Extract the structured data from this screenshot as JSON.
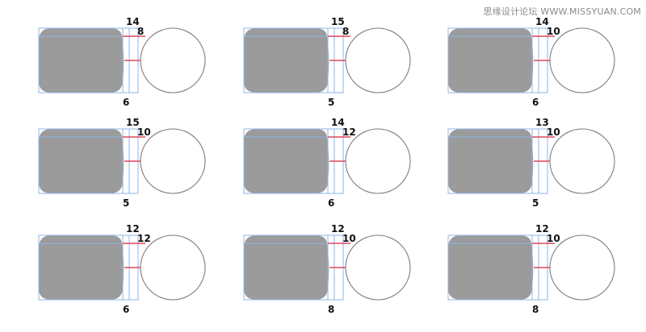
{
  "watermark": "思缘设计论坛 WWW.MISSYUAN.COM",
  "colors": {
    "shape_fill": "#9b9b9b",
    "guide_line": "#8eb4e6",
    "measure_line": "#e0475a",
    "circle_stroke": "#7d7d7d",
    "label": "#111111"
  },
  "variants": [
    {
      "top_gap": "14",
      "right_gap": "8",
      "bottom_gap": "6"
    },
    {
      "top_gap": "15",
      "right_gap": "8",
      "bottom_gap": "5"
    },
    {
      "top_gap": "14",
      "right_gap": "10",
      "bottom_gap": "6"
    },
    {
      "top_gap": "15",
      "right_gap": "10",
      "bottom_gap": "5"
    },
    {
      "top_gap": "14",
      "right_gap": "12",
      "bottom_gap": "6"
    },
    {
      "top_gap": "13",
      "right_gap": "10",
      "bottom_gap": "5"
    },
    {
      "top_gap": "12",
      "right_gap": "12",
      "bottom_gap": "6"
    },
    {
      "top_gap": "12",
      "right_gap": "10",
      "bottom_gap": "8"
    },
    {
      "top_gap": "12",
      "right_gap": "10",
      "bottom_gap": "8"
    }
  ]
}
